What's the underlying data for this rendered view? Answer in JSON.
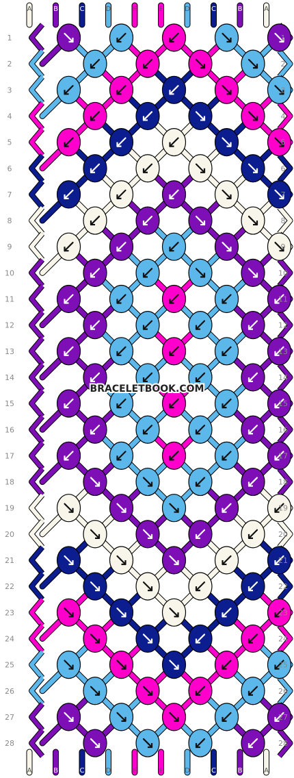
{
  "threads": {
    "A": "#f8f6ea",
    "B": "#7e0eb5",
    "C": "#0b1d8f",
    "D": "#5cb7eb",
    "E": "#ff00cc"
  },
  "top_labels": [
    "A",
    "B",
    "C",
    "D",
    "E",
    "E",
    "D",
    "C",
    "B",
    "A"
  ],
  "bottom_labels": [
    "A",
    "B",
    "C",
    "D",
    "E",
    "E",
    "D",
    "C",
    "B",
    "A"
  ],
  "rows": [
    "1",
    "2",
    "3",
    "4",
    "5",
    "6",
    "7",
    "8",
    "9",
    "10",
    "11",
    "12",
    "13",
    "14",
    "15",
    "16",
    "17",
    "18",
    "19",
    "20",
    "21",
    "22",
    "23",
    "24",
    "25",
    "26",
    "27",
    "28"
  ],
  "knot_rows": [
    [
      [
        "B",
        "se"
      ],
      [
        "D",
        "sw"
      ],
      [
        "E",
        "sw"
      ],
      [
        "D",
        "se"
      ],
      [
        "B",
        "se"
      ]
    ],
    [
      [
        "D",
        "sw"
      ],
      [
        "E",
        "sw"
      ],
      [
        "E",
        "se"
      ],
      [
        "D",
        "se"
      ]
    ],
    [
      [
        "D",
        "sw"
      ],
      [
        "E",
        "sw"
      ],
      [
        "C",
        "sw"
      ],
      [
        "E",
        "se"
      ],
      [
        "D",
        "se"
      ]
    ],
    [
      [
        "E",
        "sw"
      ],
      [
        "C",
        "sw"
      ],
      [
        "C",
        "se"
      ],
      [
        "E",
        "se"
      ]
    ],
    [
      [
        "E",
        "sw"
      ],
      [
        "C",
        "sw"
      ],
      [
        "A",
        "sw"
      ],
      [
        "C",
        "se"
      ],
      [
        "E",
        "se"
      ]
    ],
    [
      [
        "C",
        "sw"
      ],
      [
        "A",
        "sw"
      ],
      [
        "A",
        "se"
      ],
      [
        "C",
        "se"
      ]
    ],
    [
      [
        "C",
        "sw"
      ],
      [
        "A",
        "sw"
      ],
      [
        "B",
        "sw"
      ],
      [
        "A",
        "se"
      ],
      [
        "C",
        "se"
      ]
    ],
    [
      [
        "A",
        "sw"
      ],
      [
        "B",
        "sw"
      ],
      [
        "B",
        "se"
      ],
      [
        "A",
        "se"
      ]
    ],
    [
      [
        "A",
        "sw"
      ],
      [
        "B",
        "sw"
      ],
      [
        "D",
        "sw"
      ],
      [
        "B",
        "se"
      ],
      [
        "A",
        "se"
      ]
    ],
    [
      [
        "B",
        "sw"
      ],
      [
        "D",
        "sw"
      ],
      [
        "D",
        "se"
      ],
      [
        "B",
        "se"
      ]
    ],
    [
      [
        "B",
        "sw"
      ],
      [
        "D",
        "sw"
      ],
      [
        "E",
        "sw"
      ],
      [
        "D",
        "sw"
      ],
      [
        "B",
        "sw"
      ]
    ],
    [
      [
        "B",
        "sw"
      ],
      [
        "D",
        "sw"
      ],
      [
        "D",
        "sw"
      ],
      [
        "B",
        "sw"
      ]
    ],
    [
      [
        "B",
        "sw"
      ],
      [
        "D",
        "sw"
      ],
      [
        "E",
        "sw"
      ],
      [
        "D",
        "sw"
      ],
      [
        "B",
        "sw"
      ]
    ],
    [
      [
        "B",
        "sw"
      ],
      [
        "D",
        "sw"
      ],
      [
        "D",
        "sw"
      ],
      [
        "B",
        "sw"
      ]
    ],
    [
      [
        "B",
        "sw"
      ],
      [
        "D",
        "sw"
      ],
      [
        "E",
        "sw"
      ],
      [
        "D",
        "sw"
      ],
      [
        "B",
        "sw"
      ]
    ],
    [
      [
        "B",
        "sw"
      ],
      [
        "D",
        "sw"
      ],
      [
        "D",
        "sw"
      ],
      [
        "B",
        "sw"
      ]
    ],
    [
      [
        "B",
        "sw"
      ],
      [
        "D",
        "sw"
      ],
      [
        "E",
        "sw"
      ],
      [
        "D",
        "sw"
      ],
      [
        "B",
        "sw"
      ]
    ],
    [
      [
        "B",
        "se"
      ],
      [
        "D",
        "se"
      ],
      [
        "D",
        "sw"
      ],
      [
        "B",
        "sw"
      ]
    ],
    [
      [
        "A",
        "se"
      ],
      [
        "B",
        "se"
      ],
      [
        "D",
        "se"
      ],
      [
        "B",
        "sw"
      ],
      [
        "A",
        "sw"
      ]
    ],
    [
      [
        "A",
        "se"
      ],
      [
        "B",
        "se"
      ],
      [
        "B",
        "sw"
      ],
      [
        "A",
        "sw"
      ]
    ],
    [
      [
        "C",
        "se"
      ],
      [
        "A",
        "se"
      ],
      [
        "B",
        "se"
      ],
      [
        "A",
        "sw"
      ],
      [
        "C",
        "sw"
      ]
    ],
    [
      [
        "C",
        "se"
      ],
      [
        "A",
        "se"
      ],
      [
        "A",
        "sw"
      ],
      [
        "C",
        "sw"
      ]
    ],
    [
      [
        "E",
        "se"
      ],
      [
        "C",
        "se"
      ],
      [
        "A",
        "se"
      ],
      [
        "C",
        "sw"
      ],
      [
        "E",
        "sw"
      ]
    ],
    [
      [
        "E",
        "se"
      ],
      [
        "C",
        "se"
      ],
      [
        "C",
        "sw"
      ],
      [
        "E",
        "sw"
      ]
    ],
    [
      [
        "D",
        "se"
      ],
      [
        "E",
        "se"
      ],
      [
        "C",
        "se"
      ],
      [
        "E",
        "sw"
      ],
      [
        "D",
        "sw"
      ]
    ],
    [
      [
        "D",
        "se"
      ],
      [
        "E",
        "se"
      ],
      [
        "E",
        "sw"
      ],
      [
        "D",
        "sw"
      ]
    ],
    [
      [
        "B",
        "se"
      ],
      [
        "D",
        "se"
      ],
      [
        "E",
        "se"
      ],
      [
        "D",
        "sw"
      ],
      [
        "B",
        "sw"
      ]
    ],
    [
      [
        "B",
        "se"
      ],
      [
        "D",
        "se"
      ],
      [
        "D",
        "sw"
      ],
      [
        "B",
        "sw"
      ]
    ]
  ],
  "watermark": "BRACELETBOOK.COM"
}
